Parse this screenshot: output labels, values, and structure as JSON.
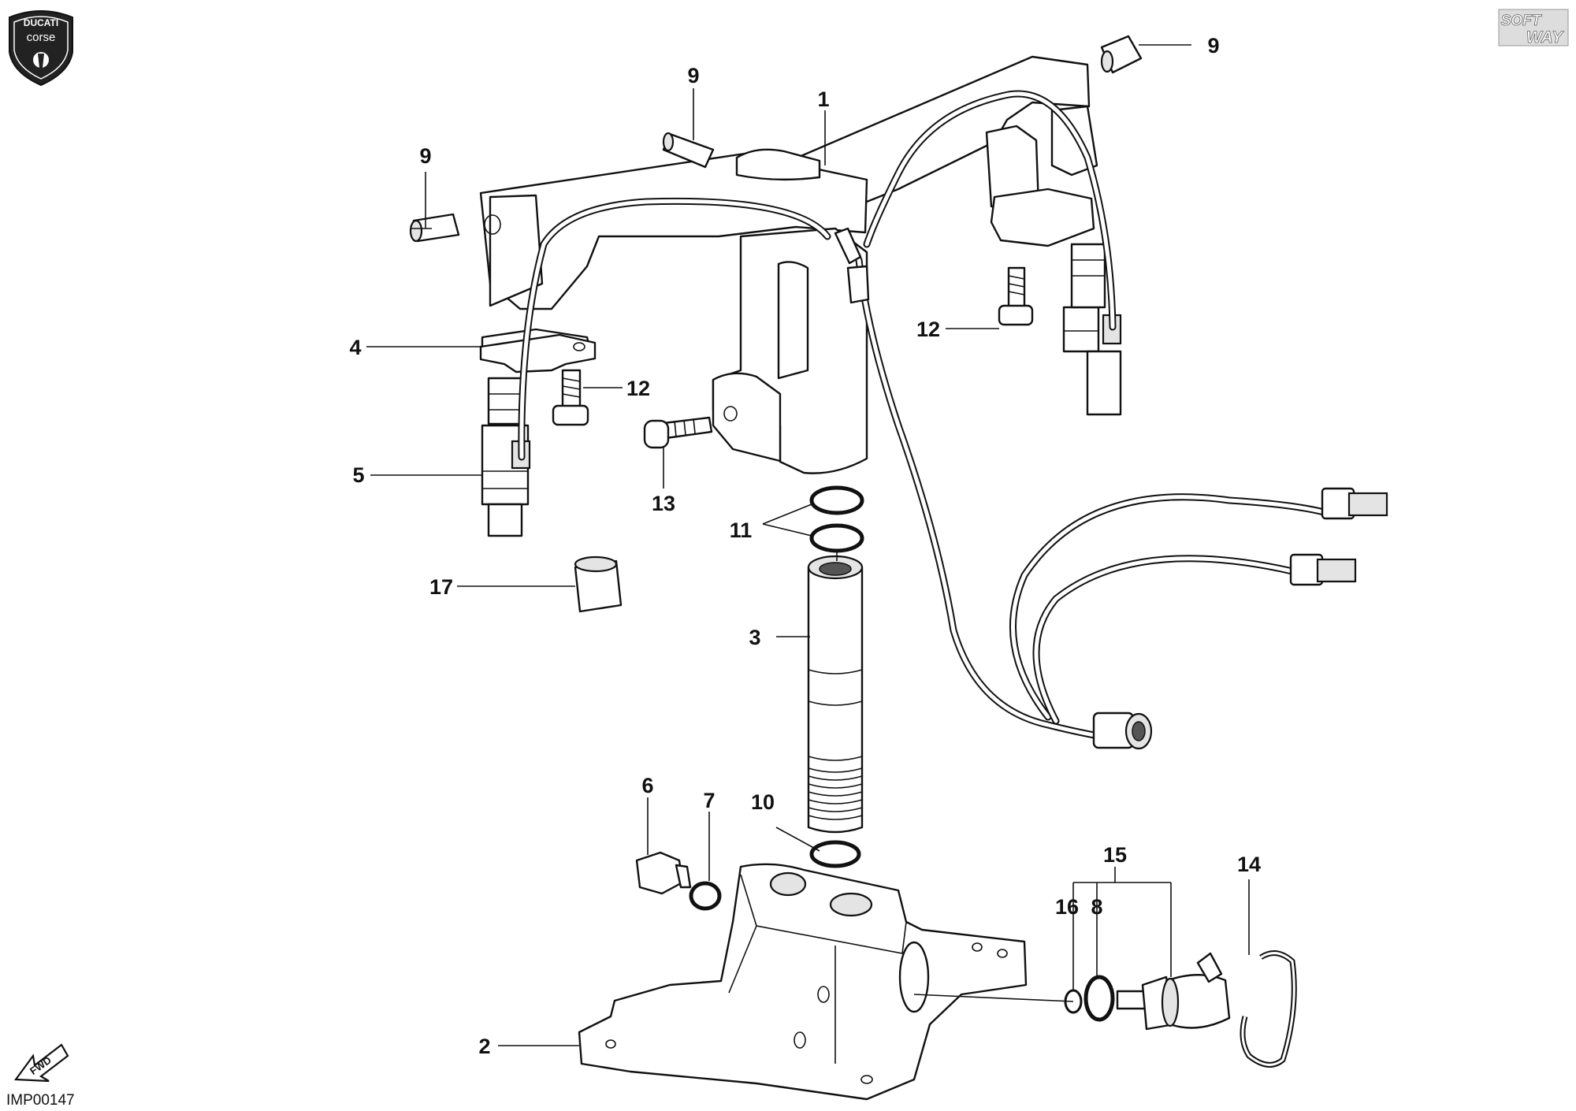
{
  "brand": {
    "logo_text_top": "DUCATI",
    "logo_text_bottom": "corse",
    "soft_way_top": "SOFT",
    "soft_way_bottom": "WAY"
  },
  "fwd_label": "FWD",
  "drawing_code": "IMP00147",
  "callouts": [
    {
      "id": "c1",
      "label": "1"
    },
    {
      "id": "c2",
      "label": "2"
    },
    {
      "id": "c3",
      "label": "3"
    },
    {
      "id": "c4",
      "label": "4"
    },
    {
      "id": "c5",
      "label": "5"
    },
    {
      "id": "c6",
      "label": "6"
    },
    {
      "id": "c7",
      "label": "7"
    },
    {
      "id": "c8",
      "label": "8"
    },
    {
      "id": "c9a",
      "label": "9"
    },
    {
      "id": "c9b",
      "label": "9"
    },
    {
      "id": "c9c",
      "label": "9"
    },
    {
      "id": "c10",
      "label": "10"
    },
    {
      "id": "c11",
      "label": "11"
    },
    {
      "id": "c12a",
      "label": "12"
    },
    {
      "id": "c12b",
      "label": "12"
    },
    {
      "id": "c13",
      "label": "13"
    },
    {
      "id": "c14",
      "label": "14"
    },
    {
      "id": "c15",
      "label": "15"
    },
    {
      "id": "c16",
      "label": "16"
    },
    {
      "id": "c17",
      "label": "17"
    }
  ]
}
